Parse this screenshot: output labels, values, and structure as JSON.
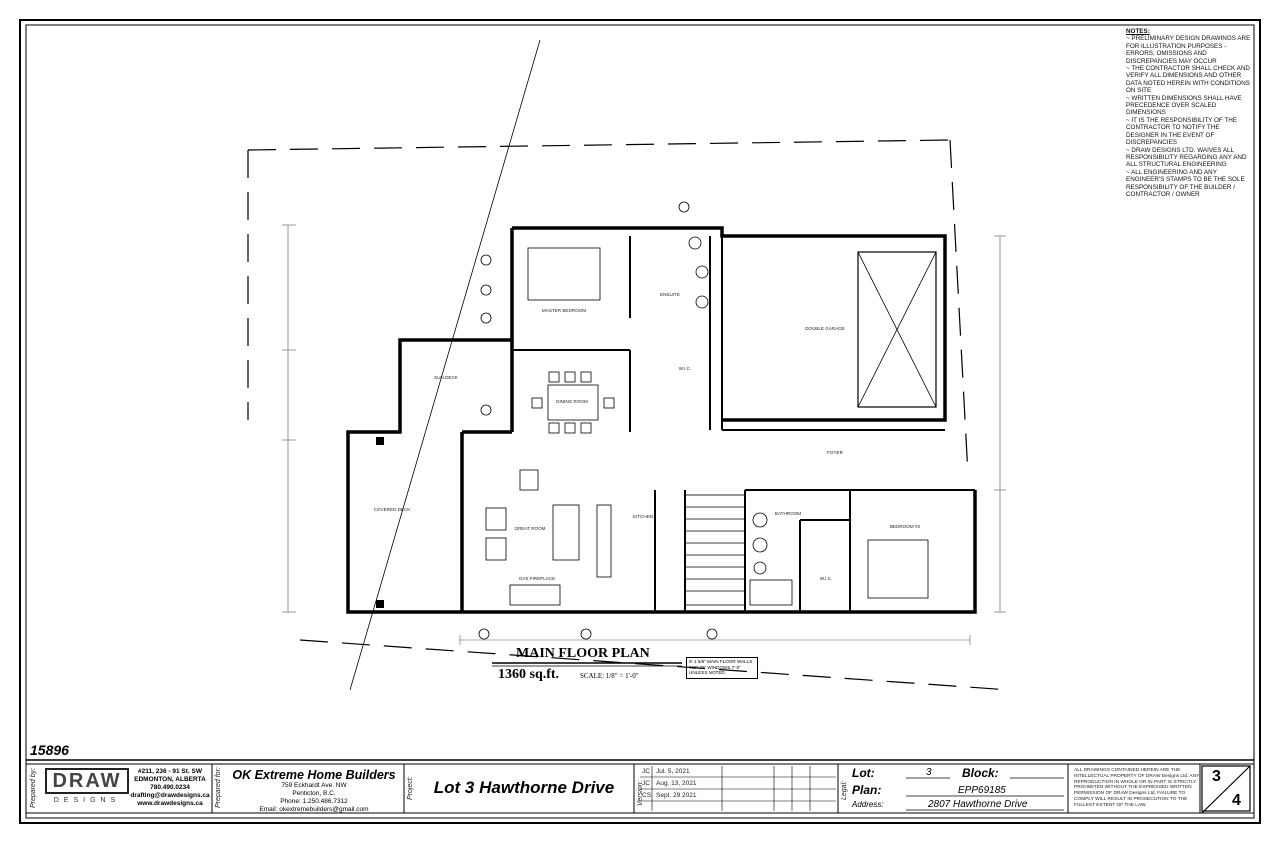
{
  "notes": {
    "heading": "NOTES:",
    "items": [
      "~ PRELIMINARY DESIGN DRAWINGS ARE FOR ILLUSTRATION PURPOSES - ERRORS, OMISSIONS AND DISCREPANCIES MAY OCCUR",
      "~ THE CONTRACTOR SHALL CHECK AND VERIFY ALL DIMENSIONS AND OTHER DATA NOTED HEREIN WITH CONDITIONS ON SITE",
      "~ WRITTEN DIMENSIONS SHALL HAVE PRECEDENCE OVER SCALED DIMENSIONS",
      "~ IT IS THE RESPONSIBILITY OF THE CONTRACTOR TO NOTIFY THE DESIGNER IN THE EVENT OF DISCREPANCIES",
      "~ DRAW DESIGNS LTD. WAIVES ALL RESPONSIBILITY REGARDING ANY AND ALL STRUCTURAL ENGINEERING",
      "~ ALL ENGINEERING AND ANY ENGINEER'S STAMPS TO BE THE SOLE RESPONSIBILITY OF THE BUILDER / CONTRACTOR / OWNER"
    ]
  },
  "sheet_number": "15896",
  "plan": {
    "title": "MAIN FLOOR PLAN",
    "area": "1360 sq.ft.",
    "scale_label": "SCALE: 1/8\"",
    "scale_eq": "=",
    "scale_value": "1'-0\"",
    "note_line1": "9'-1 5/8\" MAIN FLOOR WALLS",
    "note_line2": "TOP OF WINDOWS 7'-0\"",
    "note_line3": "UNLESS NOTED",
    "rooms": {
      "master": "MASTER BEDROOM",
      "ensuite": "ENSUITE",
      "wic1": "W.I.C.",
      "garage": "DOUBLE GARAGE",
      "sundeck": "SUN DECK",
      "dining": "DINING ROOM",
      "covered": "COVERED DECK",
      "great": "GREAT ROOM",
      "fireplace": "GAS FIREPLACE",
      "kitchen": "KITCHEN",
      "foyer": "FOYER",
      "bath": "BATHROOM",
      "bedroom": "BEDROOM #2",
      "wic2": "W.I.C."
    }
  },
  "title_block": {
    "prepared_by": "Prepared by:",
    "prepared_for": "Prepared for:",
    "project_label": "Project:",
    "version_label": "Version:",
    "legal_label": "Legal:",
    "draw_logo": "DRAW",
    "draw_sub": "DESIGNS",
    "draw_address": [
      "#211, 236 - 91 St. SW",
      "EDMONTON, ALBERTA",
      "780.490.0234",
      "drafting@drawdesigns.ca",
      "www.drawdesigns.ca"
    ],
    "client_name": "OK Extreme Home Builders",
    "client_lines": [
      "759 Eckhardt Ave. NW",
      "Penticton, B.C.",
      "Phone: 1.250.486.7312",
      "Email: okextremebuilders@gmail.com"
    ],
    "project_name": "Lot 3 Hawthorne Drive",
    "revisions": [
      {
        "by": "JC",
        "date": "Jul. 5, 2021"
      },
      {
        "by": "JC",
        "date": "Aug. 13, 2021"
      },
      {
        "by": "CS",
        "date": "Sept. 29 2021"
      }
    ],
    "lot_label": "Lot:",
    "lot_value": "3",
    "block_label": "Block:",
    "block_value": "",
    "plan_label": "Plan:",
    "plan_value": "EPP69185",
    "address_label": "Address:",
    "address_value": "2807 Hawthorne Drive",
    "legal_text": "ALL DRAWINGS CONTAINED HEREIN ARE THE INTELLECTUAL PROPERTY OF DRAW Designs Ltd. ANY REPRODUCTION IN WHOLE OR IN PART IS STRICTLY PROHIBITED WITHOUT THE EXPRESSED WRITTEN PERMISSION OF DRAW Designs Ltd. FAILURE TO COMPLY WILL RESULT IN PROSECUTION TO THE FULLEST EXTENT OF THE LAW.",
    "page_current": "3",
    "page_total": "4"
  }
}
